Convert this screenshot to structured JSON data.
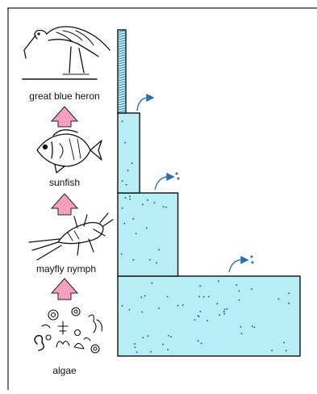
{
  "figure": {
    "kind": "energy pyramid / food chain",
    "colors": {
      "block_fill": "#b9edf5",
      "block_stroke": "#111111",
      "dot_color": "#1a6ea5",
      "arrow_up": "#f6a0c1",
      "arrow_up_stroke": "#222222",
      "heat_arrow": "#2a6fb0",
      "frame": "#222222"
    },
    "levels": [
      {
        "id": "algae",
        "label": "algae",
        "icon": "algae-icon",
        "relative_energy": 100
      },
      {
        "id": "mayfly-nymph",
        "label": "mayfly nymph",
        "icon": "mayfly-nymph-icon",
        "relative_energy": 33
      },
      {
        "id": "sunfish",
        "label": "sunfish",
        "icon": "sunfish-icon",
        "relative_energy": 12
      },
      {
        "id": "great-blue-heron",
        "label": "great blue heron",
        "icon": "heron-icon",
        "relative_energy": 4
      }
    ],
    "heat_loss_arrows": 3
  }
}
